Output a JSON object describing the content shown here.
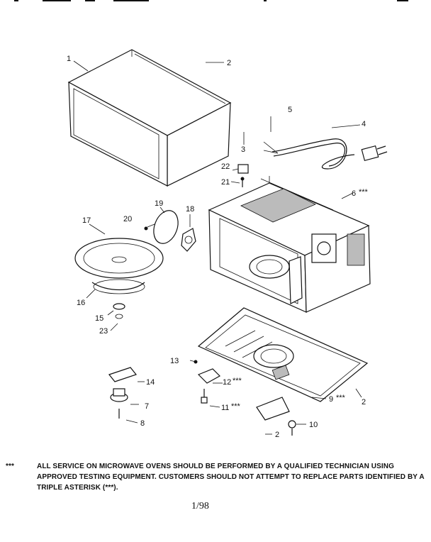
{
  "callouts": [
    {
      "id": "c1",
      "label": "1"
    },
    {
      "id": "c2a",
      "label": "2"
    },
    {
      "id": "c3",
      "label": "3"
    },
    {
      "id": "c4",
      "label": "4"
    },
    {
      "id": "c5",
      "label": "5"
    },
    {
      "id": "c6",
      "label": "6"
    },
    {
      "id": "c7",
      "label": "7"
    },
    {
      "id": "c8",
      "label": "8"
    },
    {
      "id": "c9",
      "label": "9"
    },
    {
      "id": "c10",
      "label": "10"
    },
    {
      "id": "c11",
      "label": "11"
    },
    {
      "id": "c12",
      "label": "12"
    },
    {
      "id": "c13",
      "label": "13"
    },
    {
      "id": "c14",
      "label": "14"
    },
    {
      "id": "c15",
      "label": "15"
    },
    {
      "id": "c16",
      "label": "16"
    },
    {
      "id": "c17",
      "label": "17"
    },
    {
      "id": "c18",
      "label": "18"
    },
    {
      "id": "c19",
      "label": "19"
    },
    {
      "id": "c20",
      "label": "20"
    },
    {
      "id": "c21",
      "label": "21"
    },
    {
      "id": "c22",
      "label": "22"
    },
    {
      "id": "c23",
      "label": "23"
    },
    {
      "id": "c2b",
      "label": "2"
    },
    {
      "id": "c2c",
      "label": "2"
    }
  ],
  "asterisk_mark": "***",
  "footnote": {
    "marker": "***",
    "text": "ALL SERVICE ON MICROWAVE OVENS SHOULD BE PERFORMED BY A QUALIFIED TECHNICIAN USING APPROVED TESTING EQUIPMENT. CUSTOMERS SHOULD NOT ATTEMPT TO REPLACE PARTS IDENTIFIED BY A TRIPLE ASTERISK (***)."
  },
  "page_number": "1/98"
}
